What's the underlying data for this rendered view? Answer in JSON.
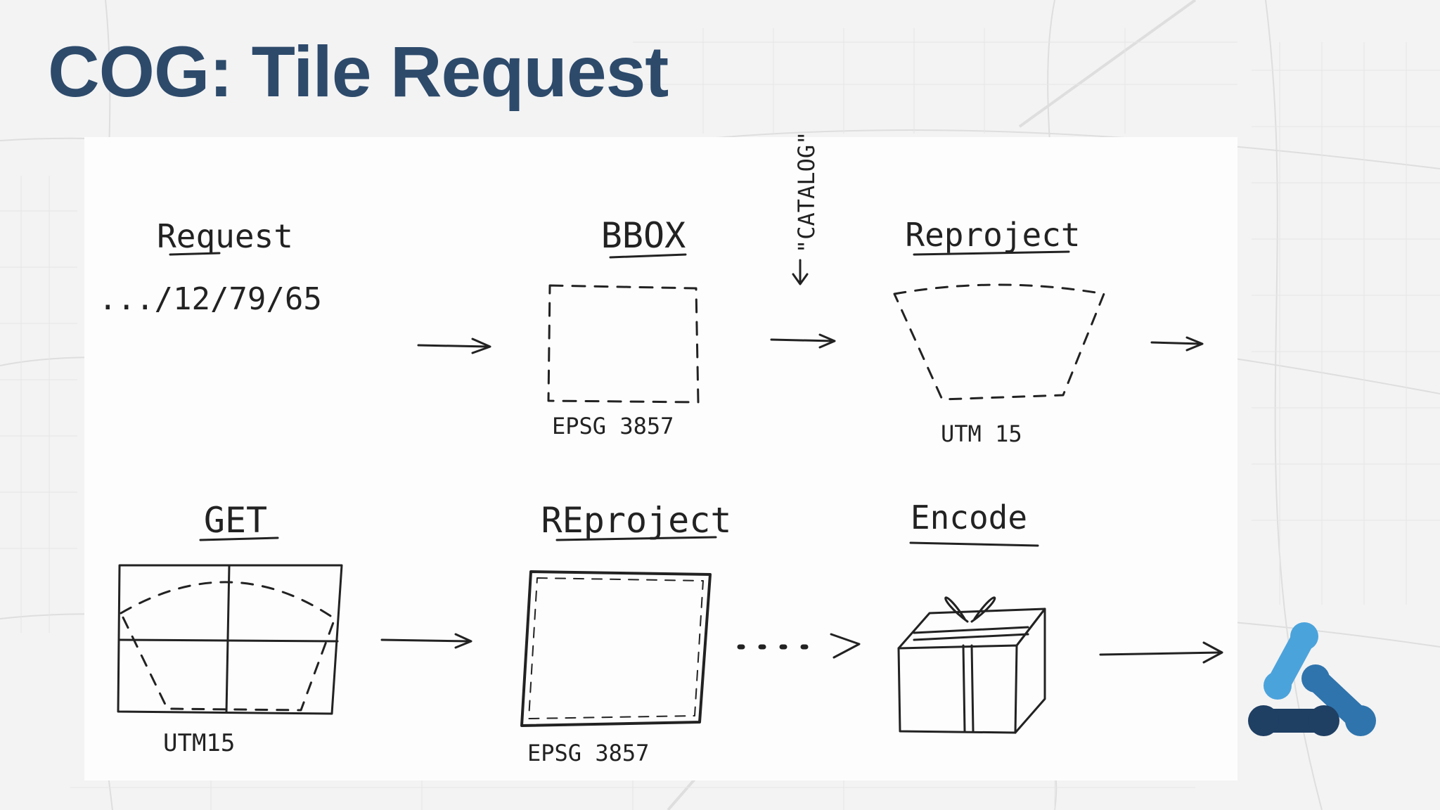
{
  "slide": {
    "title": "COG: Tile Request"
  },
  "diagram": {
    "steps": [
      {
        "label": "Request",
        "sublabel": ".../12/79/65"
      },
      {
        "label": "BBOX",
        "sublabel": "EPSG 3857"
      },
      {
        "label": "Reproject",
        "sublabel": "UTM 15"
      },
      {
        "label": "GET",
        "sublabel": "UTM15"
      },
      {
        "label": "REproject",
        "sublabel": "EPSG 3857"
      },
      {
        "label": "Encode",
        "sublabel": ""
      }
    ],
    "annotation": "\"CATALOG\""
  },
  "colors": {
    "title": "#2d4a6b",
    "ink": "#222222",
    "logo_light": "#4ba3dc",
    "logo_mid": "#2f74ad",
    "logo_dark": "#1f3f63"
  }
}
